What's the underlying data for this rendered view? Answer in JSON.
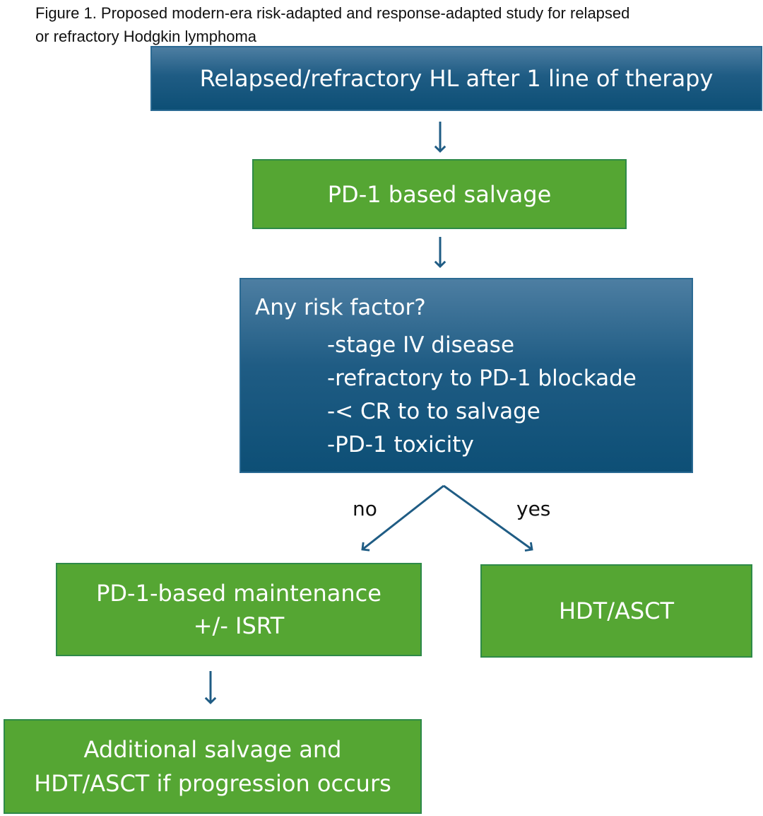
{
  "caption": {
    "line1": "Figure 1. Proposed modern-era risk-adapted and response-adapted study for relapsed",
    "line2": "or refractory Hodgkin lymphoma"
  },
  "nodes": {
    "start": "Relapsed/refractory HL after 1 line of therapy",
    "salvage": "PD-1 based salvage",
    "risk": {
      "question": "Any risk factor?",
      "factors": [
        "-stage IV disease",
        "-refractory to PD-1 blockade",
        "-< CR to to salvage",
        "-PD-1 toxicity"
      ]
    },
    "maintenance": {
      "line1": "PD-1-based maintenance",
      "line2": "+/- ISRT"
    },
    "hdt": "HDT/ASCT",
    "additional": {
      "line1": "Additional salvage and",
      "line2": "HDT/ASCT if progression occurs"
    }
  },
  "edge_labels": {
    "no": "no",
    "yes": "yes"
  },
  "colors": {
    "blue_box": "#1f5c84",
    "green_box": "#55a633",
    "arrow": "#1f5c84"
  }
}
